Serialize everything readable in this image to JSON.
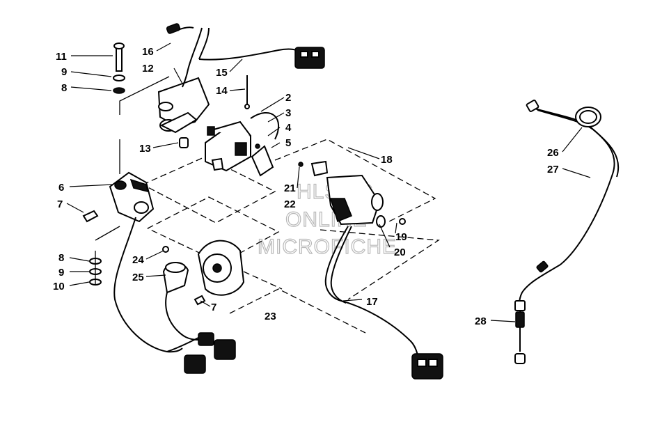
{
  "diagram": {
    "watermark": [
      "HLSMC",
      "ONLINE",
      "MICROFICHE"
    ],
    "callouts": {
      "c11": "11",
      "c9a": "9",
      "c8a": "8",
      "c16": "16",
      "c12": "12",
      "c15": "15",
      "c14": "14",
      "c2": "2",
      "c3": "3",
      "c4": "4",
      "c5": "5",
      "c13": "13",
      "c6": "6",
      "c7a": "7",
      "c18": "18",
      "c21": "21",
      "c22": "22",
      "c19": "19",
      "c20": "20",
      "c8b": "8",
      "c9b": "9",
      "c10": "10",
      "c24": "24",
      "c25": "25",
      "c7b": "7",
      "c23": "23",
      "c17": "17",
      "c26": "26",
      "c27": "27",
      "c28": "28"
    }
  }
}
